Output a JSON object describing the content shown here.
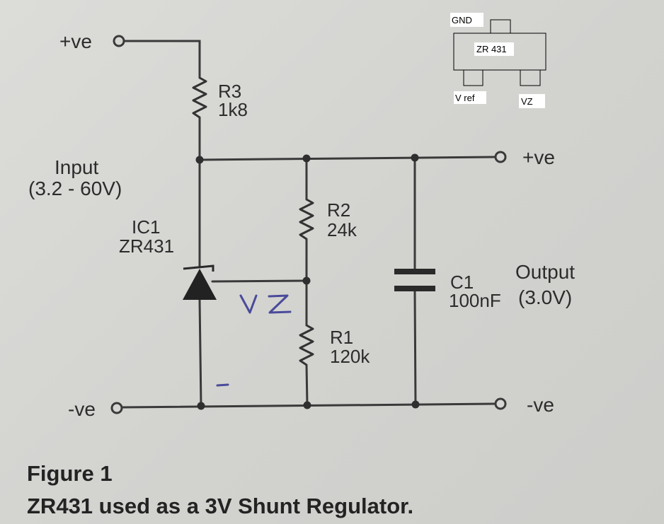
{
  "labels": {
    "in_pos": "+ve",
    "in_neg": "-ve",
    "out_pos": "+ve",
    "out_neg": "-ve",
    "r3_name": "R3",
    "r3_value": "1k8",
    "input_line1": "Input",
    "input_line2": "(3.2 - 60V)",
    "ic_name": "IC1",
    "ic_part": "ZR431",
    "r2_name": "R2",
    "r2_value": "24k",
    "r1_name": "R1",
    "r1_value": "120k",
    "c1_name": "C1",
    "c1_value": "100nF",
    "output_line1": "Output",
    "output_line2": "(3.0V)"
  },
  "caption": {
    "line1": "Figure 1",
    "line2": "ZR431 used as a 3V Shunt Regulator."
  },
  "package_inset": {
    "part": "ZR 431",
    "pin_top": "GND",
    "pin_left": "V ref",
    "pin_right": "VZ"
  },
  "handwritten": {
    "vz_mark": "VZ",
    "minus_mark": "-"
  },
  "colors": {
    "ink": "#2c2c2c",
    "paper": "#d4d4d1",
    "handwriting": "#4a4a9a"
  }
}
